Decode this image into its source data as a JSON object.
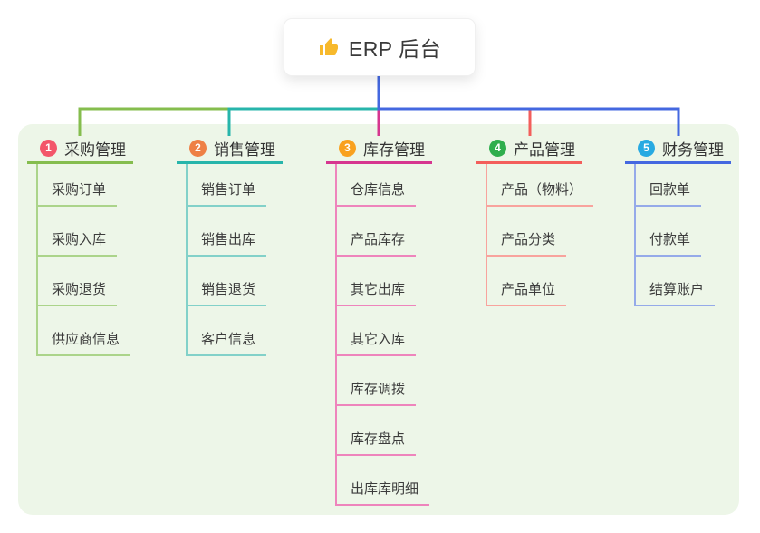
{
  "root": {
    "title": "ERP 后台",
    "icon": "thumbs-up-icon"
  },
  "branches": [
    {
      "index": "1",
      "label": "采购管理",
      "badge_color": "#f3566a",
      "line_color": "#85bd4e",
      "child_line_color": "#abd48a",
      "children": [
        "采购订单",
        "采购入库",
        "采购退货",
        "供应商信息"
      ]
    },
    {
      "index": "2",
      "label": "销售管理",
      "badge_color": "#ee8045",
      "line_color": "#27b5ab",
      "child_line_color": "#82d1c9",
      "children": [
        "销售订单",
        "销售出库",
        "销售退货",
        "客户信息"
      ]
    },
    {
      "index": "3",
      "label": "库存管理",
      "badge_color": "#f9a11f",
      "line_color": "#d6368f",
      "child_line_color": "#ee84bc",
      "children": [
        "仓库信息",
        "产品库存",
        "其它出库",
        "其它入库",
        "库存调拨",
        "库存盘点",
        "出库库明细"
      ]
    },
    {
      "index": "4",
      "label": "产品管理",
      "badge_color": "#2fae4d",
      "line_color": "#f35e5b",
      "child_line_color": "#f8a39d",
      "children": [
        "产品（物料）",
        "产品分类",
        "产品单位"
      ]
    },
    {
      "index": "5",
      "label": "财务管理",
      "badge_color": "#28aae2",
      "line_color": "#4468e0",
      "child_line_color": "#95aae9",
      "children": [
        "回款单",
        "付款单",
        "结算账户"
      ]
    }
  ],
  "colors": {
    "canvas_bg": "#ffffff",
    "panel_bg": "#edf6e8",
    "icon_yellow": "#f7b92c"
  }
}
